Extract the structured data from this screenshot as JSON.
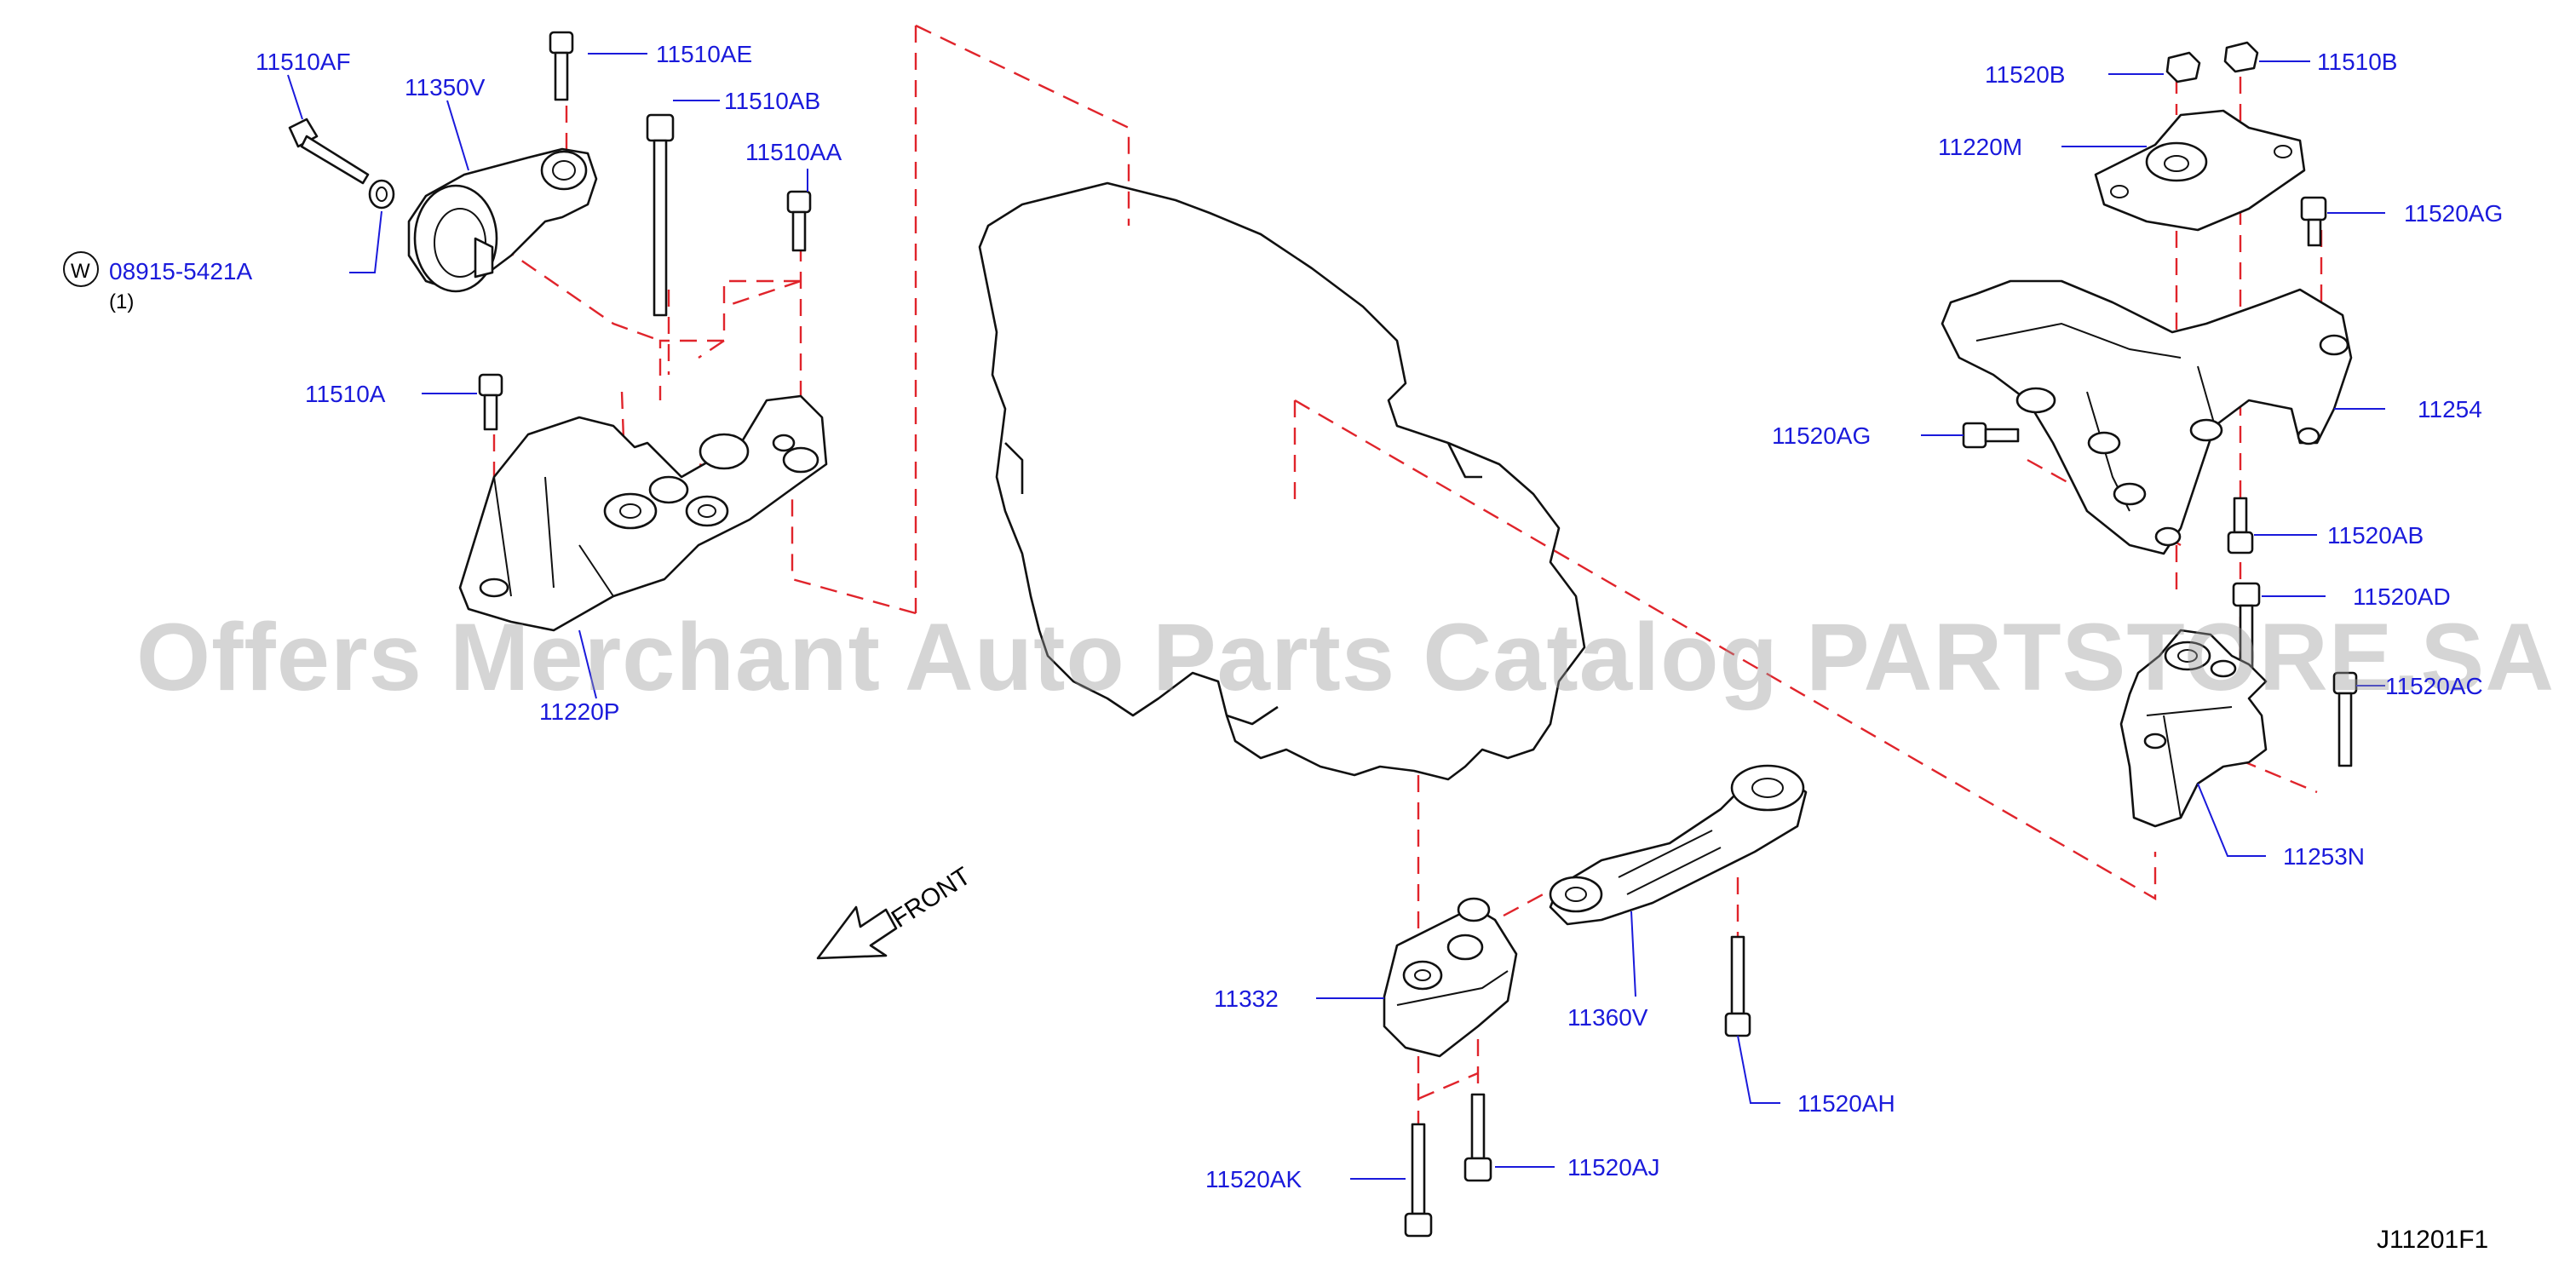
{
  "diagram": {
    "code": "J11201F1",
    "watermark": "Offers Merchant Auto Parts Catalog PARTSTORE.SA",
    "front_label": "FRONT",
    "washer_marker": "W",
    "parts": {
      "p11510AF": "11510AF",
      "p11350V": "11350V",
      "p11510AE": "11510AE",
      "p11510AB": "11510AB",
      "p11510AA": "11510AA",
      "p08915": "08915-5421A",
      "p08915_qty": "(1)",
      "p11510A": "11510A",
      "p11220P": "11220P",
      "p11520B": "11520B",
      "p11510B": "11510B",
      "p11220M": "11220M",
      "p11520AG_top": "11520AG",
      "p11254": "11254",
      "p11520AG_left": "11520AG",
      "p11520AB": "11520AB",
      "p11520AD": "11520AD",
      "p11520AC": "11520AC",
      "p11253N": "11253N",
      "p11332": "11332",
      "p11360V": "11360V",
      "p11520AH": "11520AH",
      "p11520AK": "11520AK",
      "p11520AJ": "11520AJ"
    }
  }
}
